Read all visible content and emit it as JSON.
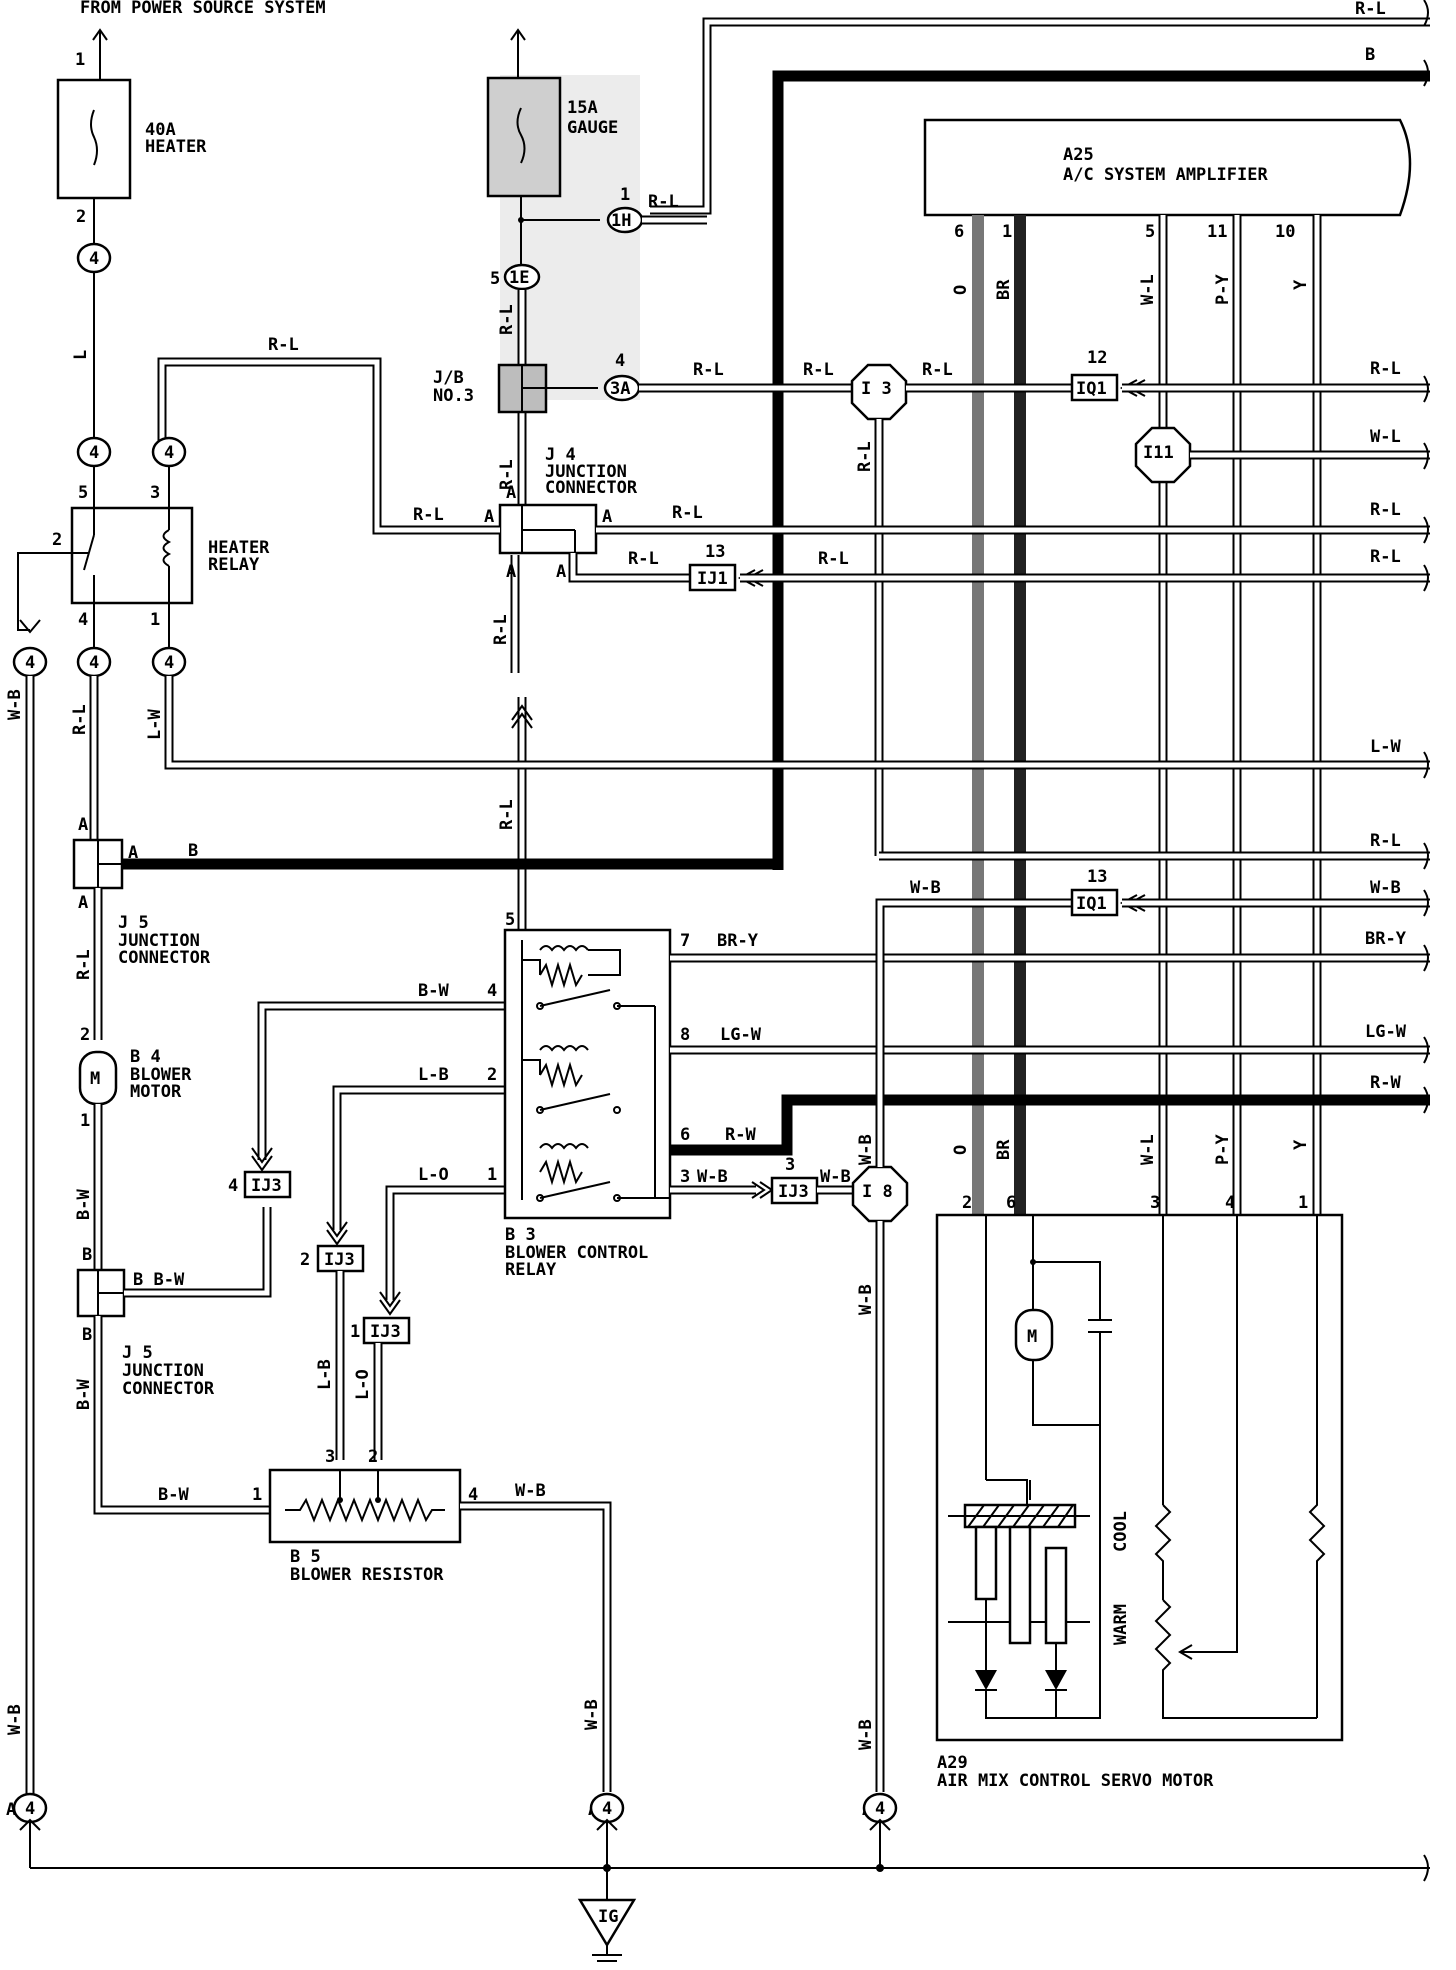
{
  "header": {
    "power_source": "FROM POWER SOURCE SYSTEM"
  },
  "components": {
    "fuse_heater": {
      "pin_in": "1",
      "pin_out": "2",
      "rating": "40A",
      "name": "HEATER"
    },
    "fuse_gauge": {
      "rating": "15A",
      "name": "GAUGE"
    },
    "amplifier": {
      "code": "A25",
      "name": "A/C SYSTEM AMPLIFIER",
      "pins": [
        "6",
        "1",
        "5",
        "11",
        "10"
      ],
      "wires": [
        "O",
        "BR",
        "W-L",
        "P-Y",
        "Y"
      ]
    },
    "jb3": {
      "name": "J/B",
      "no": "NO.3"
    },
    "j4": {
      "code": "J 4",
      "name1": "JUNCTION",
      "name2": "CONNECTOR"
    },
    "j5a": {
      "code": "J 5",
      "name1": "JUNCTION",
      "name2": "CONNECTOR"
    },
    "j5b": {
      "code": "J 5",
      "name1": "JUNCTION",
      "name2": "CONNECTOR"
    },
    "heater_relay": {
      "name1": "HEATER",
      "name2": "RELAY"
    },
    "blower_motor": {
      "code": "B 4",
      "name1": "BLOWER",
      "name2": "MOTOR",
      "symbol": "M"
    },
    "blower_control_relay": {
      "code": "B 3",
      "name1": "BLOWER CONTROL",
      "name2": "RELAY"
    },
    "blower_resistor": {
      "code": "B 5",
      "name": "BLOWER RESISTOR"
    },
    "servo": {
      "code": "A29",
      "name": "AIR MIX CONTROL SERVO MOTOR",
      "cool": "COOL",
      "warm": "WARM",
      "symbol": "M",
      "pins": [
        "2",
        "6",
        "3",
        "4",
        "1"
      ]
    },
    "ground": {
      "name": "IG"
    }
  },
  "connectors": {
    "c1h": "1H",
    "c1e": "1E",
    "c3a": "3A",
    "iq1": "IQ1",
    "ij1": "IJ1",
    "ij3": "IJ3",
    "i3": "I 3",
    "i11": "I11",
    "i8": "I 8",
    "four": "4"
  },
  "pins": {
    "p1": "1",
    "p2": "2",
    "p3": "3",
    "p4": "4",
    "p5": "5",
    "p6": "6",
    "p7": "7",
    "p8": "8",
    "p12": "12",
    "p13": "13",
    "pA": "A",
    "pB": "B"
  },
  "wire_colors": {
    "RL": "R-L",
    "B": "B",
    "L": "L",
    "LW": "L-W",
    "WL": "W-L",
    "WB": "W-B",
    "BW": "B-W",
    "LB": "L-B",
    "LO": "L-O",
    "RW": "R-W",
    "BRY": "BR-Y",
    "LGW": "LG-W",
    "BBW": "B B-W"
  }
}
